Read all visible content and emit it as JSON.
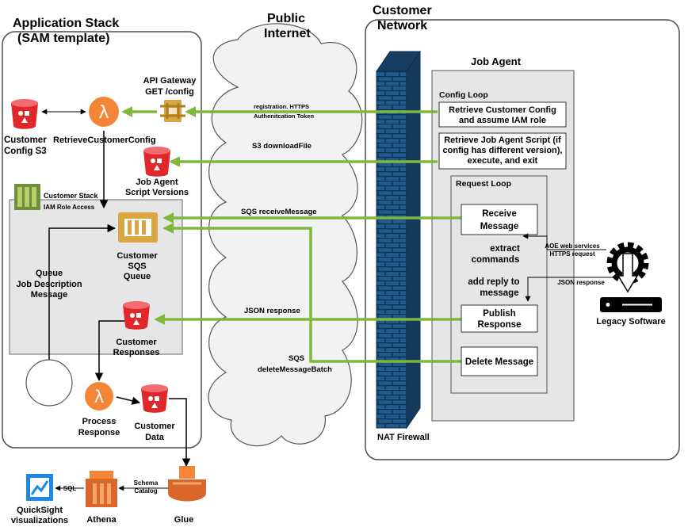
{
  "zones": {
    "app_stack_title_1": "Application Stack",
    "app_stack_title_2": "(SAM template)",
    "public_internet_1": "Public",
    "public_internet_2": "Internet",
    "customer_network_1": "Customer",
    "customer_network_2": "Network",
    "job_agent": "Job Agent",
    "nat_firewall": "NAT Firewall"
  },
  "app_stack": {
    "s3_config_1": "Customer",
    "s3_config_2": "Config S3",
    "lambda_retrieve": "RetrieveCustomerConfig",
    "api_gateway_1": "API Gateway",
    "api_gateway_2": "GET /config",
    "script_versions_1": "Job Agent",
    "script_versions_2": "Script Versions",
    "customer_stack": "Customer Stack",
    "iam_role": "IAM Role Access",
    "sqs_1": "Customer",
    "sqs_2": "SQS",
    "sqs_3": "Queue",
    "queue_msg_1": "Queue",
    "queue_msg_2": "Job Description",
    "queue_msg_3": "Message",
    "responses_1": "Customer",
    "responses_2": "Responses",
    "process_1": "Process",
    "process_2": "Response",
    "customer_data_1": "Customer",
    "customer_data_2": "Data"
  },
  "analytics": {
    "quicksight_1": "QuickSight",
    "quicksight_2": "visualizations",
    "athena": "Athena",
    "glue": "Glue",
    "sql": "SQL",
    "schema_1": "Schema",
    "schema_2": "Catalog"
  },
  "internet_labels": {
    "registration_1": "registration. HTTPS",
    "registration_2": "Authenitcation Token",
    "s3_download": "S3 downloadFile",
    "sqs_receive": "SQS receiveMessage",
    "json_response": "JSON response",
    "sqs_delete_1": "SQS",
    "sqs_delete_2": "deleteMessageBatch"
  },
  "job_agent": {
    "config_loop": "Config Loop",
    "retrieve_config_1": "Retrieve Customer Config",
    "retrieve_config_2": "and assume IAM role",
    "retrieve_script_1": "Retrieve Job Agent Script (if",
    "retrieve_script_2": "config has different version),",
    "retrieve_script_3": "execute, and exit",
    "request_loop": "Request Loop",
    "receive_1": "Receive",
    "receive_2": "Message",
    "extract_1": "extract",
    "extract_2": "commands",
    "reply_1": "add reply to",
    "reply_2": "message",
    "publish_1": "Publish",
    "publish_2": "Response",
    "delete": "Delete Message"
  },
  "legacy": {
    "aoe_1": "AOE web services",
    "aoe_2": "HTTPS request",
    "json_response": "JSON response",
    "software": "Legacy Software"
  },
  "colors": {
    "flow_green": "#7DB83A",
    "lambda_orange": "#F58536",
    "s3_red": "#E0282C",
    "sqs_gold": "#D9A741",
    "firewall_blue": "#1F4E79",
    "panel_gray": "#E6E6E6",
    "glue_orange": "#F58536"
  },
  "icons": [
    "s3-bucket-icon",
    "lambda-icon",
    "api-gateway-icon",
    "sqs-queue-icon",
    "cloudformation-stack-icon",
    "firewall-brick-icon",
    "gear-icon",
    "server-icon",
    "athena-icon",
    "glue-icon",
    "quicksight-icon"
  ]
}
